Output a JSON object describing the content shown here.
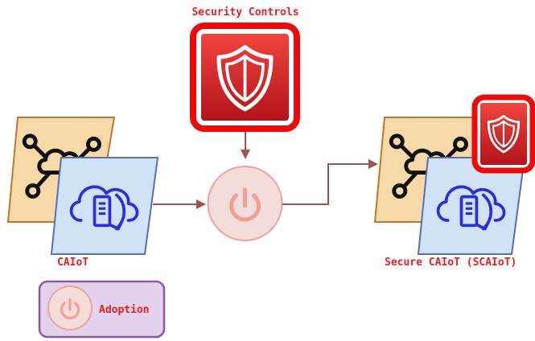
{
  "labels": {
    "security_controls": "Security Controls",
    "caiot": "CAIoT",
    "secure_caiot": "Secure CAIoT (SCAIoT)",
    "adoption": "Adoption"
  },
  "colors": {
    "label_red": "#ee1c1c",
    "shield_red_top": "#f1443e",
    "shield_red_bottom": "#b3141b",
    "frame_red": "#ee0a0a",
    "iot_fill": "#f7d8a7",
    "iot_stroke": "#b57b2c",
    "cloud_fill": "#cfe2f6",
    "cloud_stroke": "#5a6db4",
    "icon_blue": "#2a2ce0",
    "power_fill": "#f4dcd8",
    "power_stroke": "#e8a4a0",
    "arrow": "#a0524e",
    "legend_fill": "#e2d2ec",
    "legend_stroke": "#8a5a9e"
  },
  "icons": [
    "iot-hub-icon",
    "cloud-server-icon",
    "shield-icon",
    "power-icon"
  ]
}
